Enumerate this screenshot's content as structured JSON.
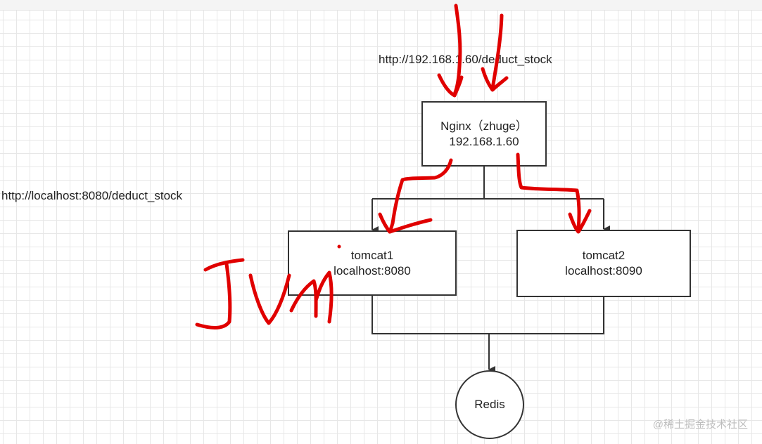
{
  "diagram": {
    "nodes": {
      "nginx": {
        "line1": "Nginx（zhuge）",
        "line2": "192.168.1.60"
      },
      "tomcat1": {
        "line1": "tomcat1",
        "line2": "localhost:8080"
      },
      "tomcat2": {
        "line1": "tomcat2",
        "line2": "localhost:8090"
      },
      "redis": {
        "label": "Redis"
      }
    },
    "labels": {
      "nginx_url": "http://192.168.1.60/deduct_stock",
      "localhost_url": "http://localhost:8080/deduct_stock"
    },
    "annotation": {
      "handwritten_text": "JVM"
    }
  },
  "watermark": "@稀土掘金技术社区",
  "colors": {
    "ink": "#e00000",
    "line": "#333333",
    "grid": "#e7e7e7"
  }
}
